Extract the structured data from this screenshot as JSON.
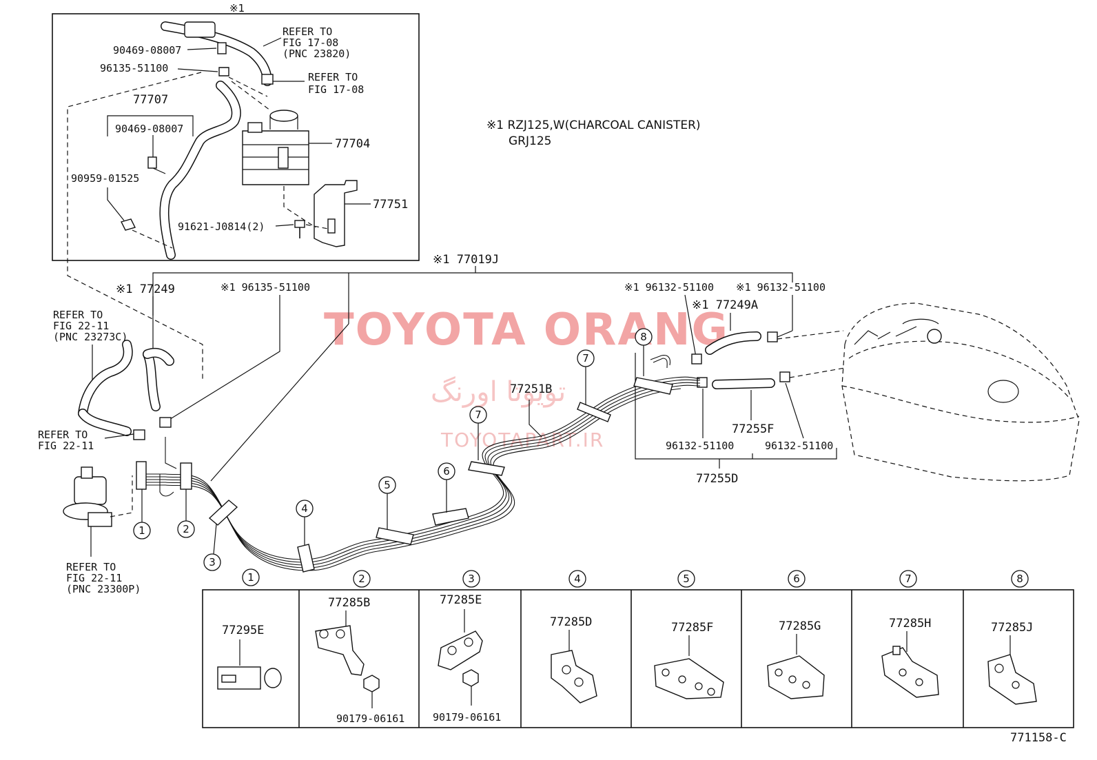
{
  "note": {
    "star_mark": "※1",
    "line1": "※1 RZJ125,W(CHARCOAL CANISTER)",
    "line2": "GRJ125"
  },
  "inset": {
    "star": "※1",
    "refer_fig_17_08_a": [
      "REFER  TO",
      "FIG  17-08",
      "(PNC  23820)"
    ],
    "refer_fig_17_08_b": [
      "REFER  TO",
      "FIG  17-08"
    ],
    "p_90469_a": "90469-08007",
    "p_96135": "96135-51100",
    "p_77707": "77707",
    "p_90469_b": "90469-08007",
    "p_90959": "90959-01525",
    "p_77704": "77704",
    "p_77751": "77751",
    "p_91621": "91621-J0814(2)"
  },
  "main": {
    "p_77019j": "※1 77019J",
    "p_77249": "※1 77249",
    "p_96135_b": "※1 96135-51100",
    "p_96132_a": "※1 96132-51100",
    "p_96132_b": "※1 96132-51100",
    "p_77249a": "※1 77249A",
    "p_77251b": "77251B",
    "p_77255f": "77255F",
    "p_96132_c": "96132-51100",
    "p_96132_d": "96132-51100",
    "p_77255d": "77255D",
    "refer_22_11_a": [
      "REFER  TO",
      "FIG    22-11",
      "(PNC  23273C)"
    ],
    "refer_22_11_b": [
      "REFER  TO",
      "FIG  22-11"
    ],
    "refer_22_11_c": [
      "REFER  TO",
      "FIG    22-11",
      "(PNC  23300P)"
    ],
    "callouts": [
      "1",
      "2",
      "3",
      "4",
      "5",
      "6",
      "7",
      "7",
      "8"
    ]
  },
  "table": {
    "headers": [
      "1",
      "2",
      "3",
      "4",
      "5",
      "6",
      "7",
      "8"
    ],
    "parts": [
      "77295E",
      "77285B",
      "77285E",
      "77285D",
      "77285F",
      "77285G",
      "77285H",
      "77285J"
    ],
    "nut_b": "90179-06161",
    "nut_e": "90179-06161"
  },
  "watermark": {
    "title": "TOYOTA ORANG",
    "persian": "تویوتا اورنگ",
    "url": "TOYOTAPART.IR"
  },
  "figure_id": "771158-C"
}
